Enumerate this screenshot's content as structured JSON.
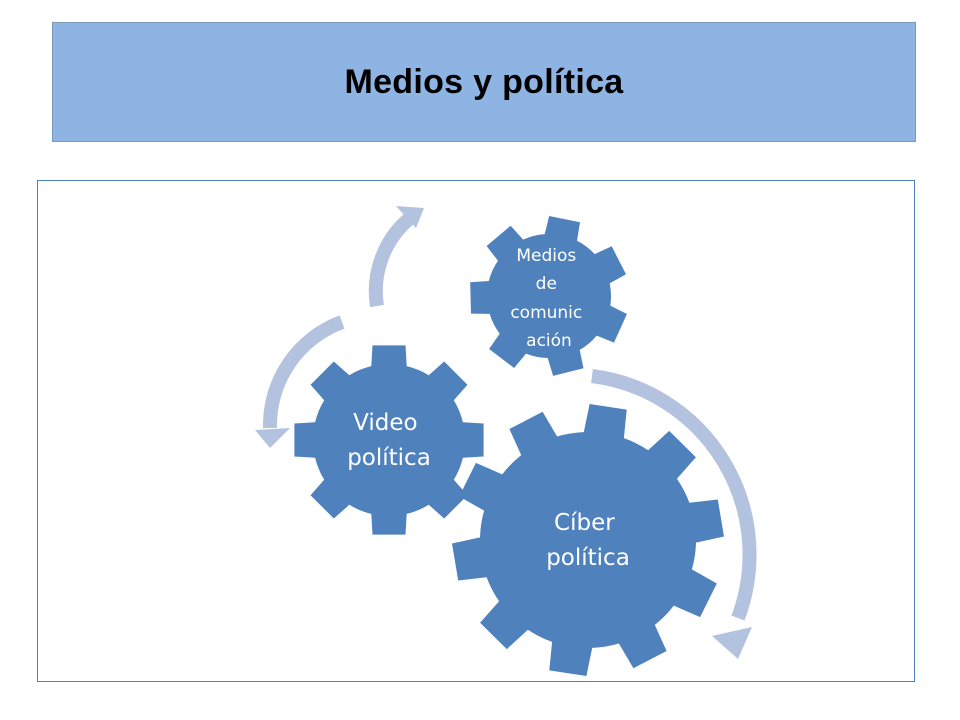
{
  "title": "Medios y política",
  "colors": {
    "title_bg": "#8eb4e3",
    "frame_border": "#4f81bd",
    "gear_fill": "#4f81bd",
    "arrow_fill": "#b3c3df",
    "label_text": "#ffffff"
  },
  "gears": [
    {
      "id": "ciber",
      "lines": [
        "Cíber",
        "política"
      ]
    },
    {
      "id": "video",
      "lines": [
        "Video",
        "política"
      ]
    },
    {
      "id": "medios",
      "lines": [
        "Medios",
        "de",
        "comunic",
        "ación"
      ]
    }
  ]
}
